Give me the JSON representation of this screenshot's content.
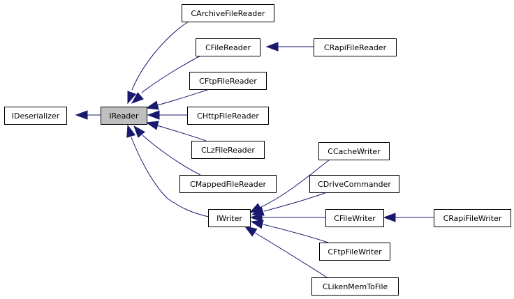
{
  "diagram": {
    "nodes": [
      {
        "id": "ideserializer",
        "label": "IDeserializer",
        "active": false
      },
      {
        "id": "ireader",
        "label": "IReader",
        "active": true
      },
      {
        "id": "carchivefilereader",
        "label": "CArchiveFileReader",
        "active": false
      },
      {
        "id": "cfilereader",
        "label": "CFileReader",
        "active": false
      },
      {
        "id": "crapifilereader",
        "label": "CRapiFileReader",
        "active": false
      },
      {
        "id": "cftpfilereader",
        "label": "CFtpFileReader",
        "active": false
      },
      {
        "id": "chttpfilereader",
        "label": "CHttpFileReader",
        "active": false
      },
      {
        "id": "clzfilereader",
        "label": "CLzFileReader",
        "active": false
      },
      {
        "id": "cmappedfilereader",
        "label": "CMappedFileReader",
        "active": false
      },
      {
        "id": "iwriter",
        "label": "IWriter",
        "active": false
      },
      {
        "id": "ccachewriter",
        "label": "CCacheWriter",
        "active": false
      },
      {
        "id": "cdrivecommander",
        "label": "CDriveCommander",
        "active": false
      },
      {
        "id": "cfilewriter",
        "label": "CFileWriter",
        "active": false
      },
      {
        "id": "crapifilewriter",
        "label": "CRapiFileWriter",
        "active": false
      },
      {
        "id": "cftpfilewriter",
        "label": "CFtpFileWriter",
        "active": false
      },
      {
        "id": "clikenmemtofile",
        "label": "CLikenMemToFile",
        "active": false
      }
    ],
    "edges": [
      {
        "from": "ireader",
        "to": "ideserializer"
      },
      {
        "from": "carchivefilereader",
        "to": "ireader"
      },
      {
        "from": "cfilereader",
        "to": "ireader"
      },
      {
        "from": "crapifilereader",
        "to": "cfilereader"
      },
      {
        "from": "cftpfilereader",
        "to": "ireader"
      },
      {
        "from": "chttpfilereader",
        "to": "ireader"
      },
      {
        "from": "clzfilereader",
        "to": "ireader"
      },
      {
        "from": "cmappedfilereader",
        "to": "ireader"
      },
      {
        "from": "iwriter",
        "to": "ireader"
      },
      {
        "from": "ccachewriter",
        "to": "iwriter"
      },
      {
        "from": "cdrivecommander",
        "to": "iwriter"
      },
      {
        "from": "cfilewriter",
        "to": "iwriter"
      },
      {
        "from": "crapifilewriter",
        "to": "cfilewriter"
      },
      {
        "from": "cftpfilewriter",
        "to": "iwriter"
      },
      {
        "from": "clikenmemtofile",
        "to": "iwriter"
      }
    ],
    "colors": {
      "edge": "#191970",
      "active_node_fill": "#bfbfbf"
    }
  }
}
